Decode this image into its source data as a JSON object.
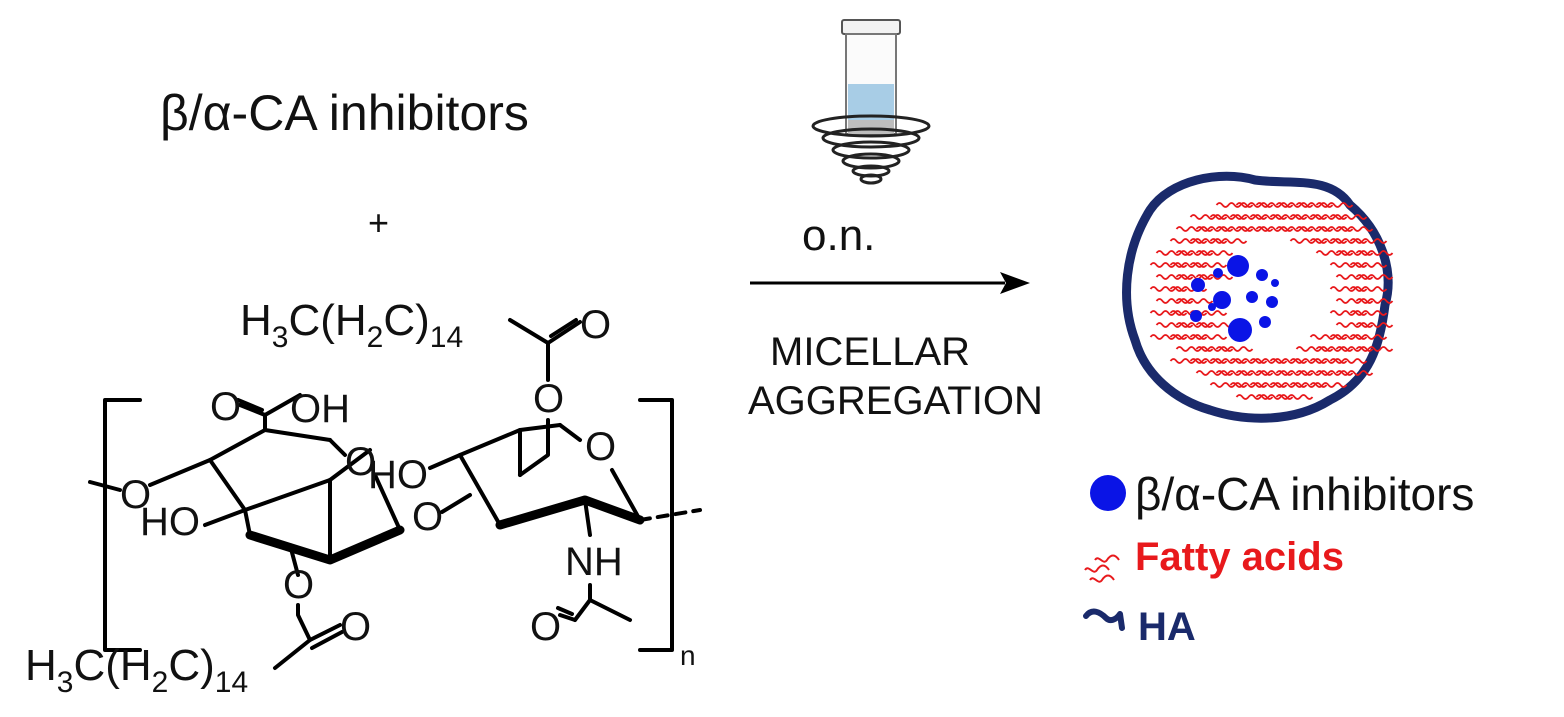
{
  "reactant": {
    "title": "β/α-CA inhibitors",
    "plus": "+"
  },
  "structure": {
    "chain_top": {
      "prefix": "H",
      "sub1": "3",
      "mid": "C(H",
      "sub2": "2",
      "mid2": "C)",
      "sub3": "14"
    },
    "chain_bottom": {
      "prefix": "H",
      "sub1": "3",
      "mid": "C(H",
      "sub2": "2",
      "mid2": "C)",
      "sub3": "14"
    },
    "atoms": {
      "O_top_ester": "O",
      "O_link_top": "O",
      "OH": "OH",
      "O_acid": "O",
      "O_ring1": "O",
      "HO_ring2": "HO",
      "O_ring2": "O",
      "O_left": "O",
      "HO_ring1": "HO",
      "O_glyco": "O",
      "O_link_bottom": "O",
      "O_bottom_ester": "O",
      "NH": "NH",
      "O_amide": "O"
    },
    "repeat": "n"
  },
  "arrow": {
    "above": "o.n.",
    "below_line1": "MICELLAR",
    "below_line2": "AGGREGATION"
  },
  "legend": {
    "items": [
      {
        "label": "β/α-CA inhibitors",
        "color": "#0a14e6"
      },
      {
        "label": "Fatty acids",
        "color": "#e8191c"
      },
      {
        "label": "HA",
        "color": "#1a2a6b"
      }
    ]
  },
  "colors": {
    "inhibitor": "#0a14e6",
    "fatty_acid": "#e8191c",
    "ha": "#1a2a6b",
    "liquid": "#a8cde6"
  }
}
